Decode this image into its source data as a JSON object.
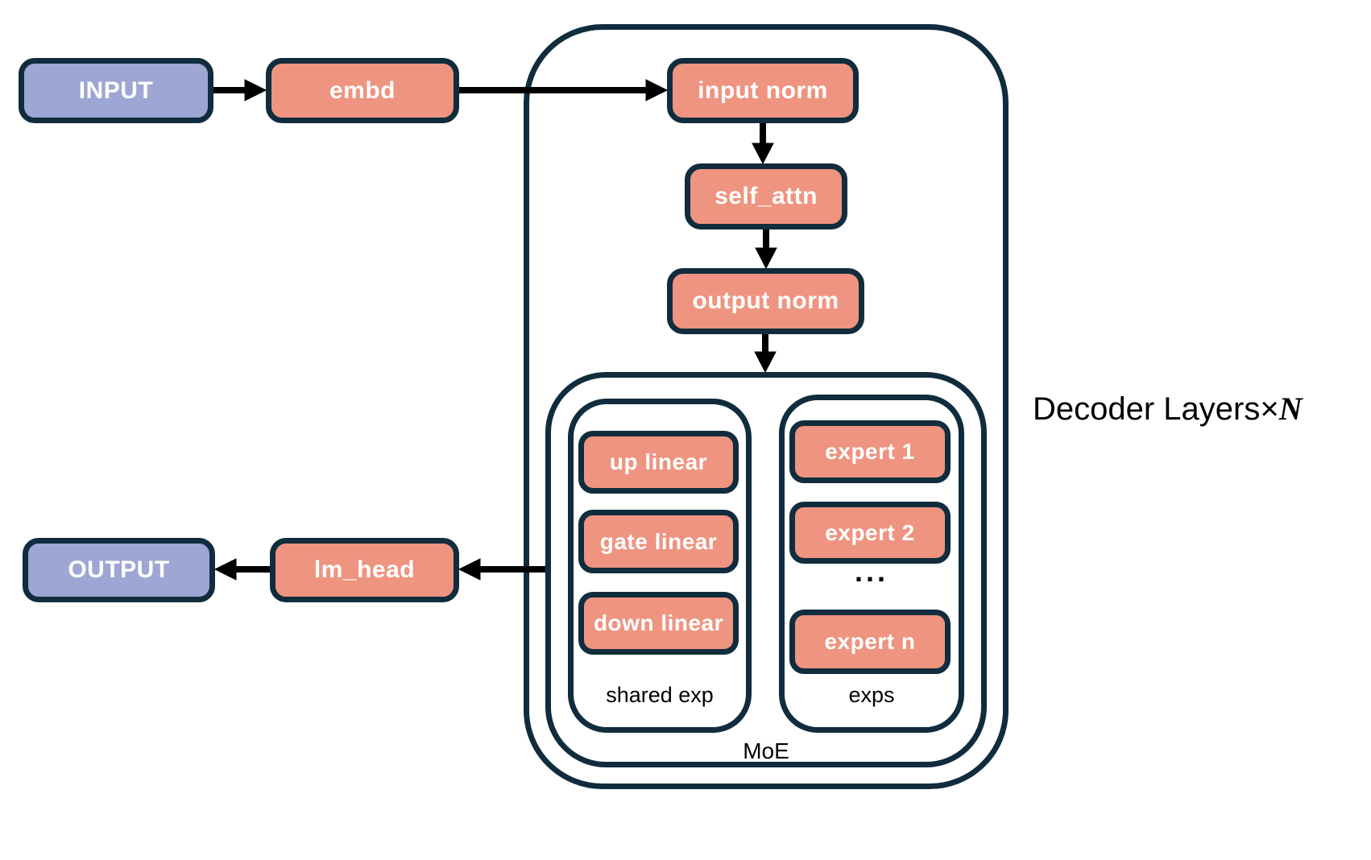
{
  "colors": {
    "node_salmon": "#EE9480",
    "node_purple": "#9EA6D3",
    "outline_navy": "#102C3D",
    "arrow_black": "#000000",
    "canvas_white": "#FFFFFF"
  },
  "nodes": {
    "input": "INPUT",
    "embd": "embd",
    "input_norm": "input norm",
    "self_attn": "self_attn",
    "output_norm": "output norm",
    "output": "OUTPUT",
    "lm_head": "lm_head",
    "up_linear": "up linear",
    "gate_linear": "gate linear",
    "down_linear": "down linear",
    "expert_1": "expert 1",
    "expert_2": "expert 2",
    "expert_ellipsis": "...",
    "expert_n": "expert n"
  },
  "group_labels": {
    "shared_exp": "shared exp",
    "exps": "exps",
    "moe": "MoE",
    "decoder_layers": "Decoder Layers",
    "times": "×",
    "n": "N"
  }
}
